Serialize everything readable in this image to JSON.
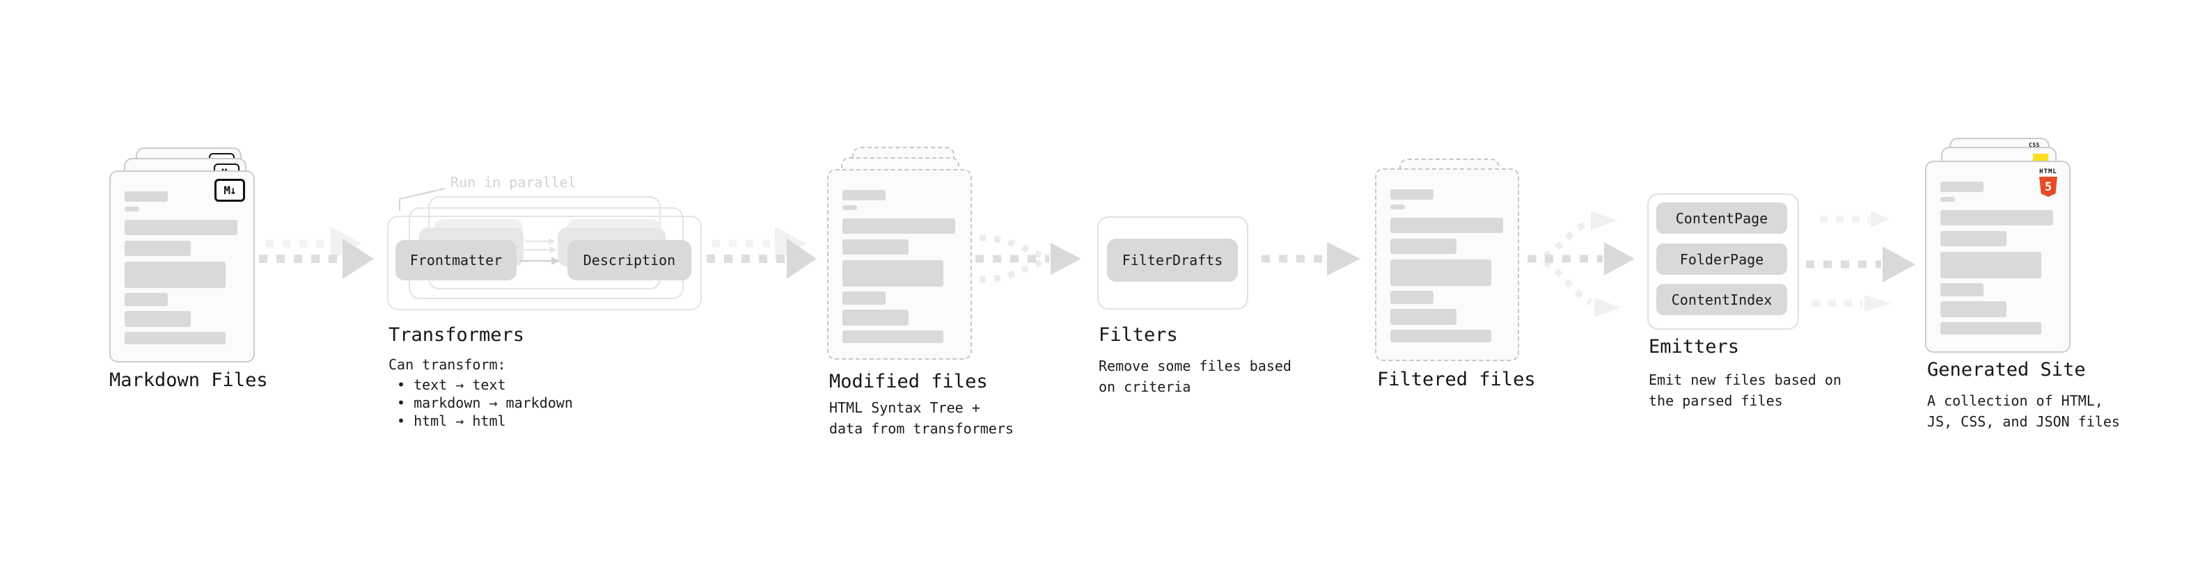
{
  "palette": {
    "card_background": "#fbfbfb",
    "card_border": "#cbcbcb",
    "placeholder_line_gray": "#d9d9d9",
    "chip_background": "#d9d9d9",
    "outline_box_border": "#e4e4e4",
    "arrow_gray": "#d9d9d9",
    "arrow_ghost_gray": "#f1f1f1",
    "annotation_gray": "#d2d2d2",
    "text_color": "#1c1c1c",
    "html5_orange": "#e44d26",
    "js_yellow": "#f7df1e",
    "css_blue": "#2962ff"
  },
  "stages": {
    "markdown_files": {
      "title": "Markdown Files",
      "file_icon": "M↓"
    },
    "transformers": {
      "annotation": "Run in parallel",
      "input_chip": "Frontmatter",
      "output_chip": "Description",
      "title": "Transformers",
      "desc_heading": "Can transform:",
      "bullets": [
        "• text → text",
        "• markdown → markdown",
        "• html → html"
      ]
    },
    "modified_files": {
      "title": "Modified files",
      "desc_line1": "HTML Syntax Tree +",
      "desc_line2": "data from transformers"
    },
    "filters": {
      "chip": "FilterDrafts",
      "title": "Filters",
      "desc_line1": "Remove some files based",
      "desc_line2": "on criteria"
    },
    "filtered_files": {
      "title": "Filtered files"
    },
    "emitters": {
      "chips": [
        "ContentPage",
        "FolderPage",
        "ContentIndex"
      ],
      "title": "Emitters",
      "desc_line1": "Emit new files based on",
      "desc_line2": "the parsed files"
    },
    "generated_site": {
      "title": "Generated Site",
      "desc_line1": "A collection of HTML,",
      "desc_line2": "JS, CSS, and JSON files",
      "badge_html_label": "HTML",
      "badge_html_number": "5",
      "badge_css_label": "CSS"
    }
  }
}
